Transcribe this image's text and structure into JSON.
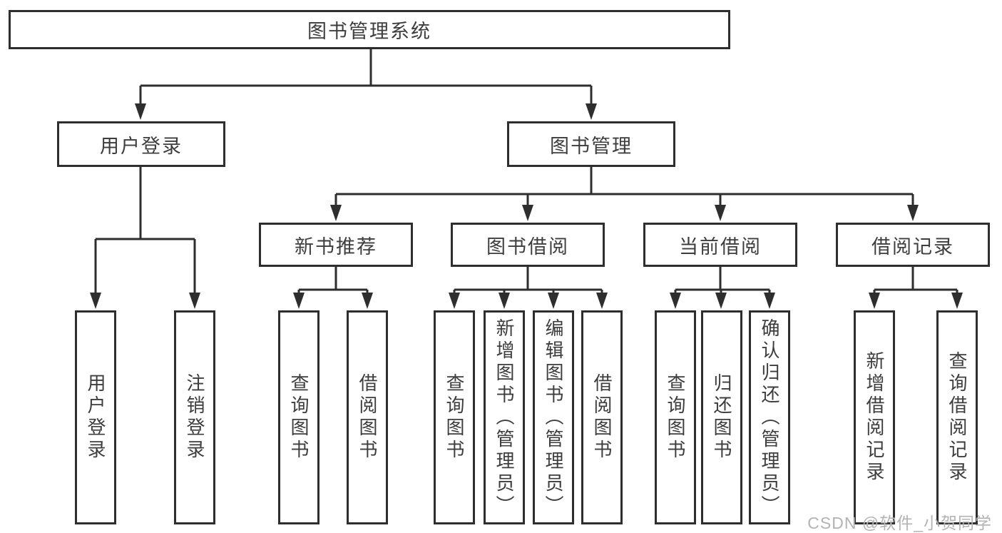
{
  "tree": {
    "root": "图书管理系统",
    "branches": [
      {
        "label": "用户登录",
        "children": [
          {
            "label": "用户登录"
          },
          {
            "label": "注销登录"
          }
        ]
      },
      {
        "label": "图书管理",
        "children": [
          {
            "label": "新书推荐",
            "children": [
              {
                "label": "查询图书"
              },
              {
                "label": "借阅图书"
              }
            ]
          },
          {
            "label": "图书借阅",
            "children": [
              {
                "label": "查询图书"
              },
              {
                "label": "新增图书（管理员）"
              },
              {
                "label": "编辑图书（管理员）"
              },
              {
                "label": "借阅图书"
              }
            ]
          },
          {
            "label": "当前借阅",
            "children": [
              {
                "label": "查询图书"
              },
              {
                "label": "归还图书"
              },
              {
                "label": "确认归还（管理员）"
              }
            ]
          },
          {
            "label": "借阅记录",
            "children": [
              {
                "label": "新增借阅记录"
              },
              {
                "label": "查询借阅记录"
              }
            ]
          }
        ]
      }
    ]
  },
  "watermark": {
    "text": "CSDN @软件_小贺同学"
  },
  "colors": {
    "line": "#2e2e2e",
    "box_border": "#2e2e2e",
    "text": "#3d3d3d",
    "watermark": "#b3b3b3",
    "background": "#ffffff"
  }
}
